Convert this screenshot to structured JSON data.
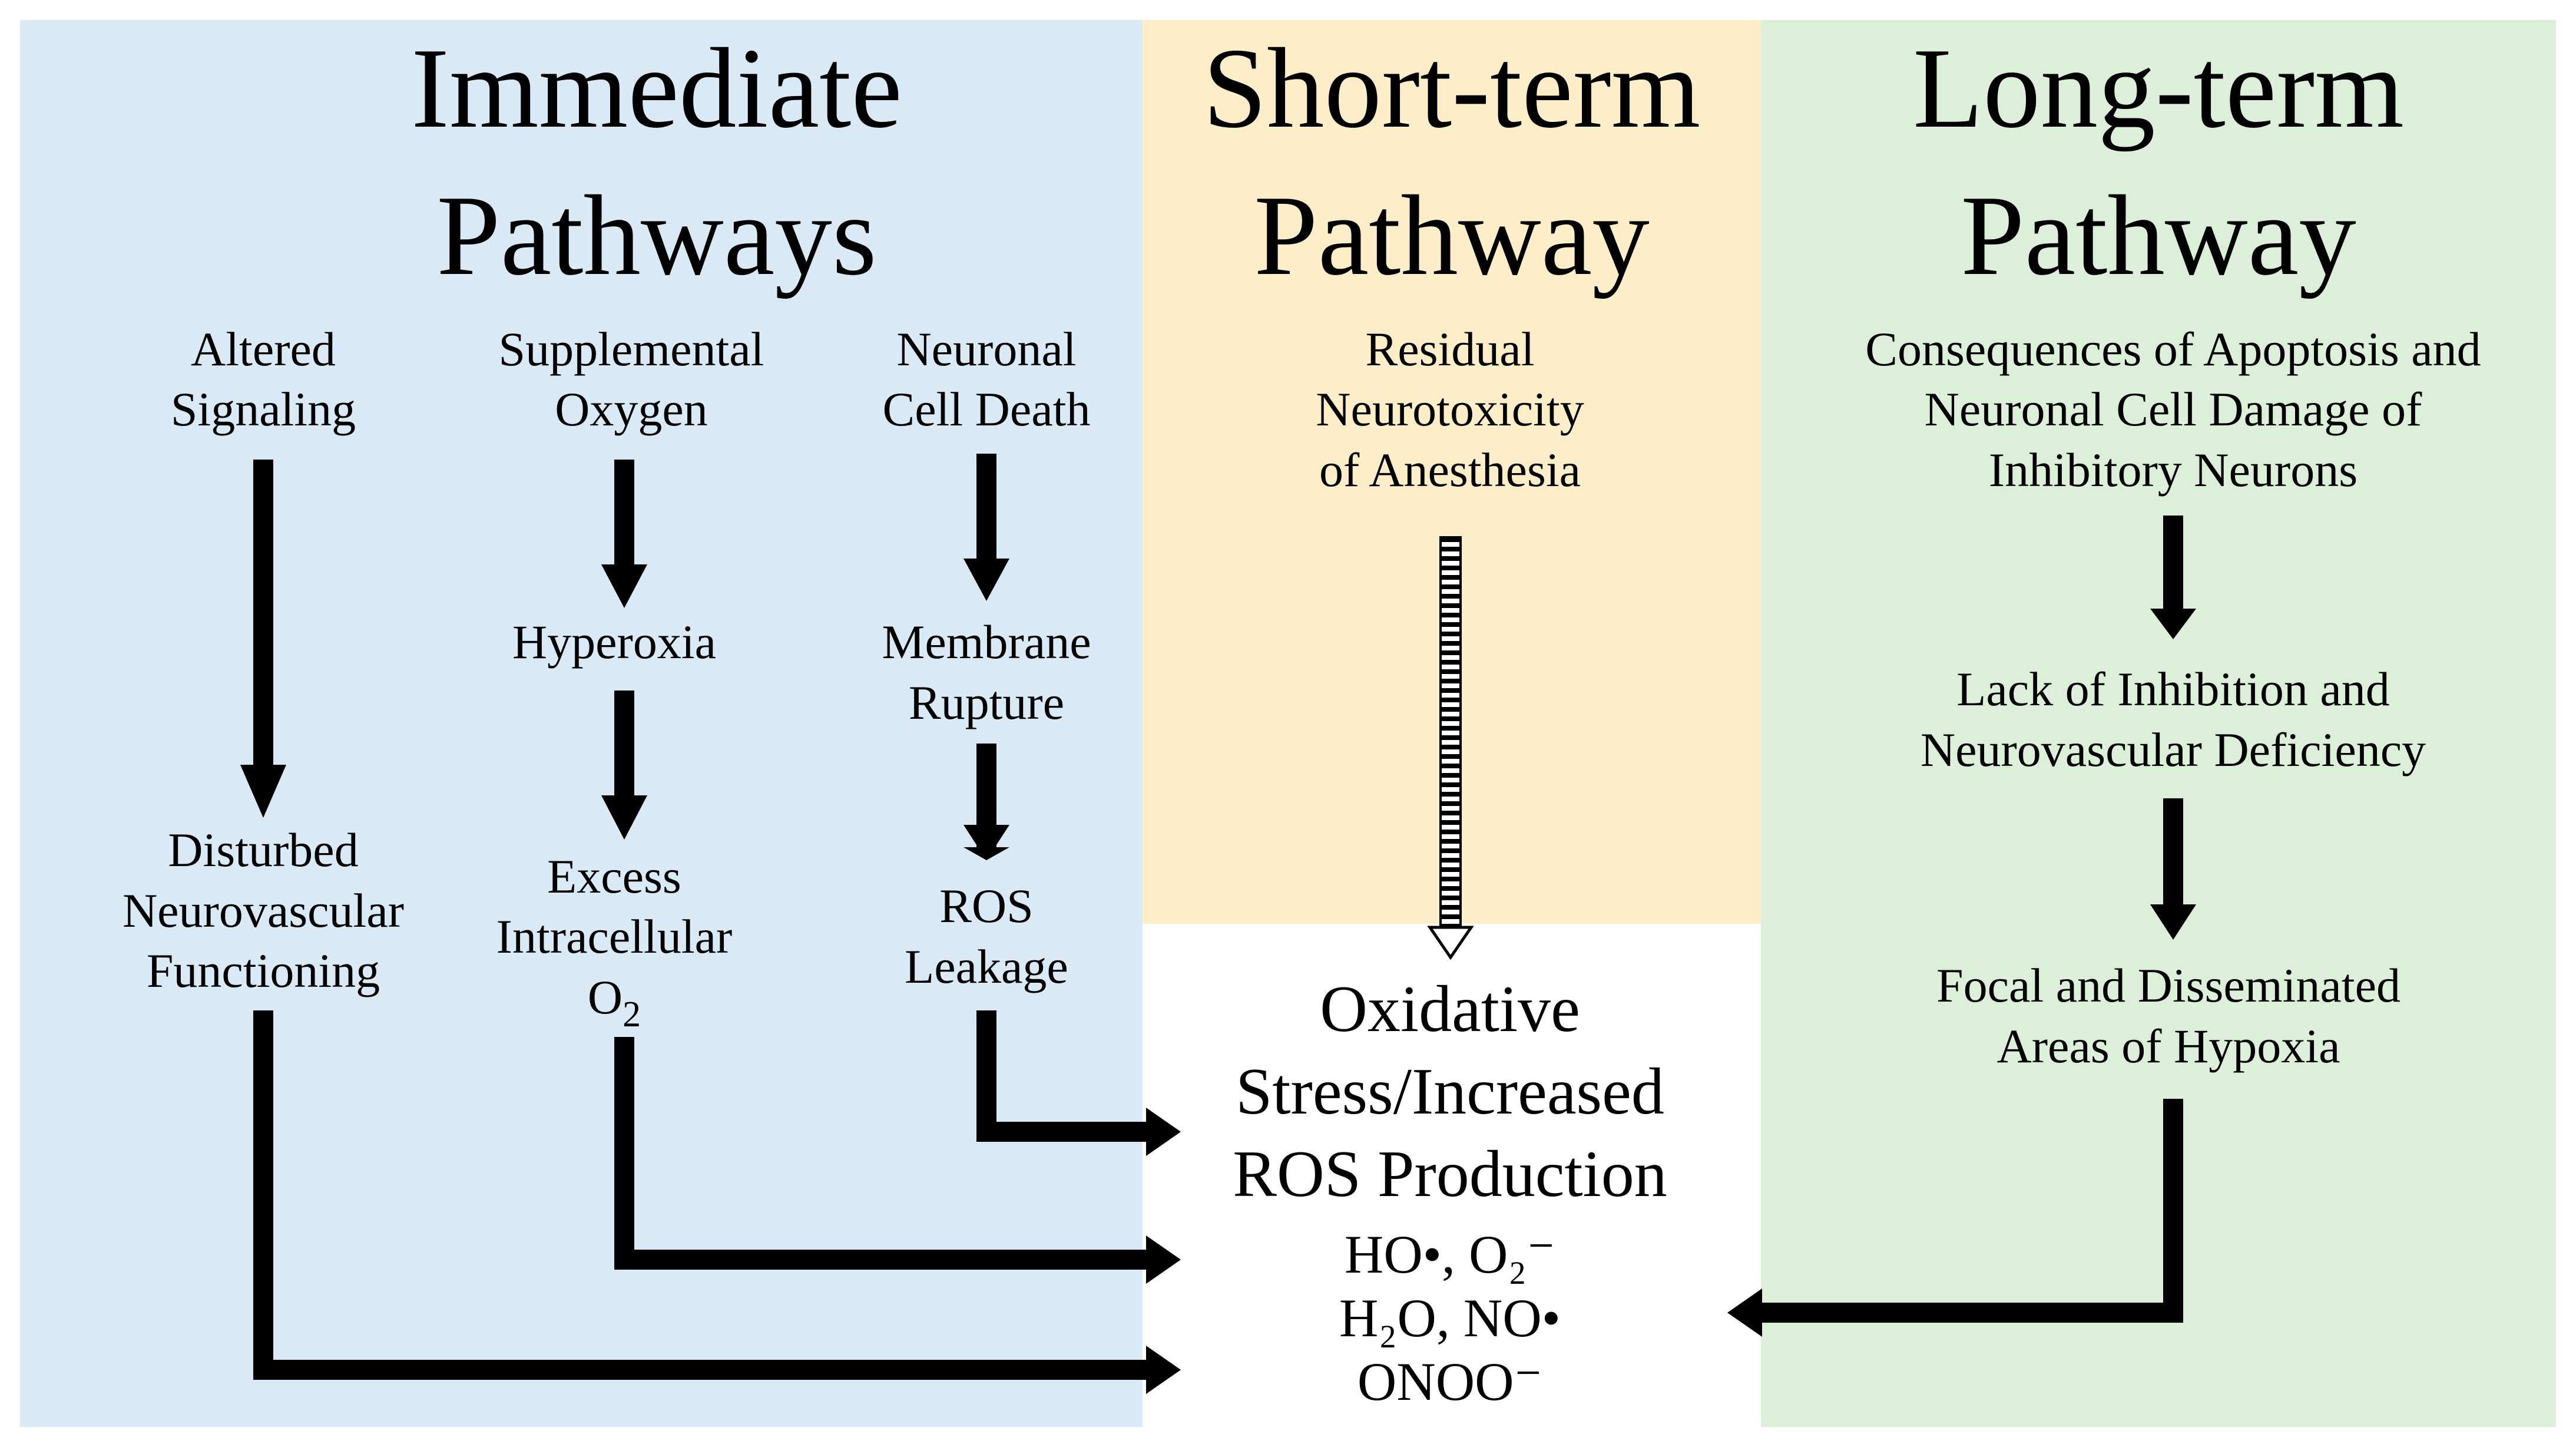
{
  "columns": {
    "immediate": {
      "heading": [
        "Immediate",
        "Pathways"
      ],
      "background": "#d9e9f6",
      "pathways": [
        {
          "steps": [
            [
              "Altered",
              "Signaling"
            ],
            [
              "Disturbed",
              "Neurovascular",
              "Functioning"
            ]
          ]
        },
        {
          "steps": [
            [
              "Supplemental",
              "Oxygen"
            ],
            [
              "Hyperoxia"
            ],
            [
              "Excess",
              "Intracellular",
              "O"
            ]
          ],
          "subscript": "2"
        },
        {
          "steps": [
            [
              "Neuronal",
              "Cell Death"
            ],
            [
              "Membrane",
              "Rupture"
            ],
            [
              "ROS",
              "Leakage"
            ]
          ]
        }
      ]
    },
    "short_term": {
      "heading": [
        "Short-term",
        "Pathway"
      ],
      "background": "#fdeec9",
      "steps": [
        [
          "Residual",
          "Neurotoxicity",
          "of Anesthesia"
        ]
      ]
    },
    "long_term": {
      "heading": [
        "Long-term",
        "Pathway"
      ],
      "background": "#dcefd9",
      "steps": [
        [
          "Consequences of Apoptosis and",
          "Neuronal Cell Damage of",
          "Inhibitory Neurons"
        ],
        [
          "Lack of Inhibition and",
          "Neurovascular Deficiency"
        ],
        [
          "Focal and Disseminated",
          "Areas of Hypoxia"
        ]
      ]
    }
  },
  "outcome": {
    "title": [
      "Oxidative",
      "Stress/Increased",
      "ROS Production"
    ],
    "species": [
      "HO•, O₂⁻",
      "H₂O, NO•",
      "ONOO⁻"
    ]
  },
  "colors": {
    "arrow": "#000000",
    "text": "#000000"
  }
}
